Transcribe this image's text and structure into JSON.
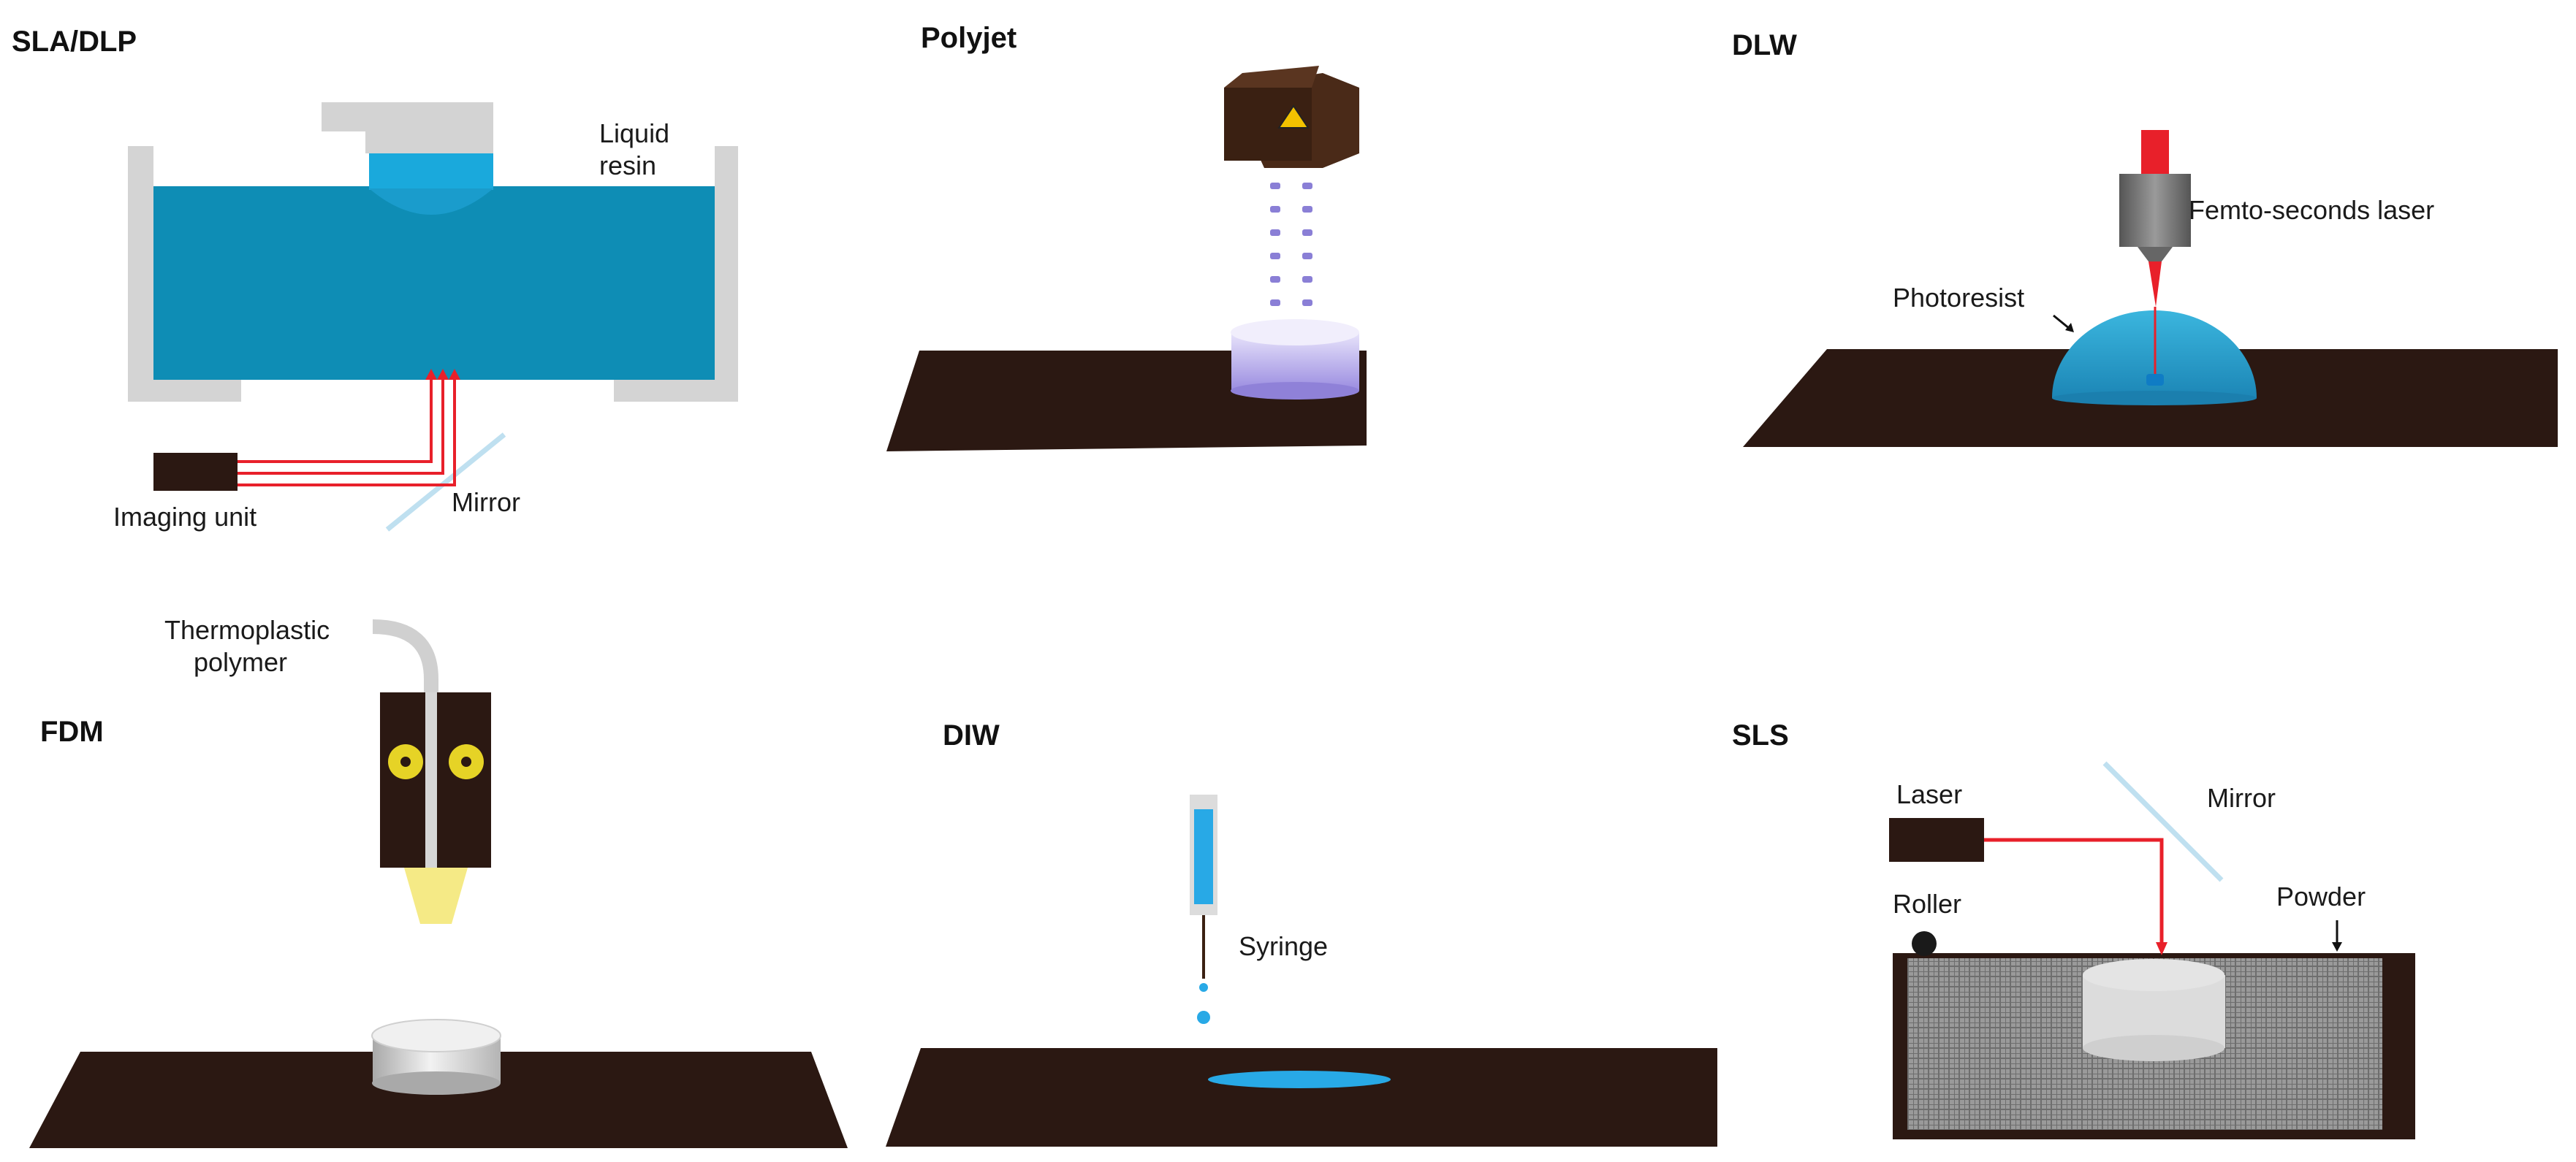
{
  "panels": {
    "sla": {
      "title": "SLA/DLP",
      "liquid_resin": "Liquid resin",
      "liquid_resin_lines": [
        "Liquid",
        "resin"
      ],
      "imaging_unit": "Imaging unit",
      "mirror": "Mirror"
    },
    "polyjet": {
      "title": "Polyjet"
    },
    "dlw": {
      "title": "DLW",
      "laser": "Femto-seconds laser",
      "photoresist": "Photoresist"
    },
    "fdm": {
      "title": "FDM",
      "thermoplastic": "Thermoplastic polymer",
      "thermoplastic_lines": [
        "Thermoplastic",
        "polymer"
      ]
    },
    "diw": {
      "title": "DIW",
      "syringe": "Syringe"
    },
    "sls": {
      "title": "SLS",
      "laser": "Laser",
      "mirror": "Mirror",
      "roller": "Roller",
      "powder": "Powder"
    }
  },
  "colors": {
    "platform": "#2b1812",
    "resin": "#0e8db5",
    "resin_light": "#1aa9dc",
    "laser": "#e8202a",
    "frame_gray": "#d4d4d4",
    "mirror": "#bfe0f0",
    "printhead": "#3a2012",
    "droplet": "#8a7fd6",
    "fdm_cone": "#f5ea86",
    "fdm_pulley": "#e6d326",
    "syringe_fluid": "#28a9e6",
    "powder": "#8c8c8c"
  }
}
